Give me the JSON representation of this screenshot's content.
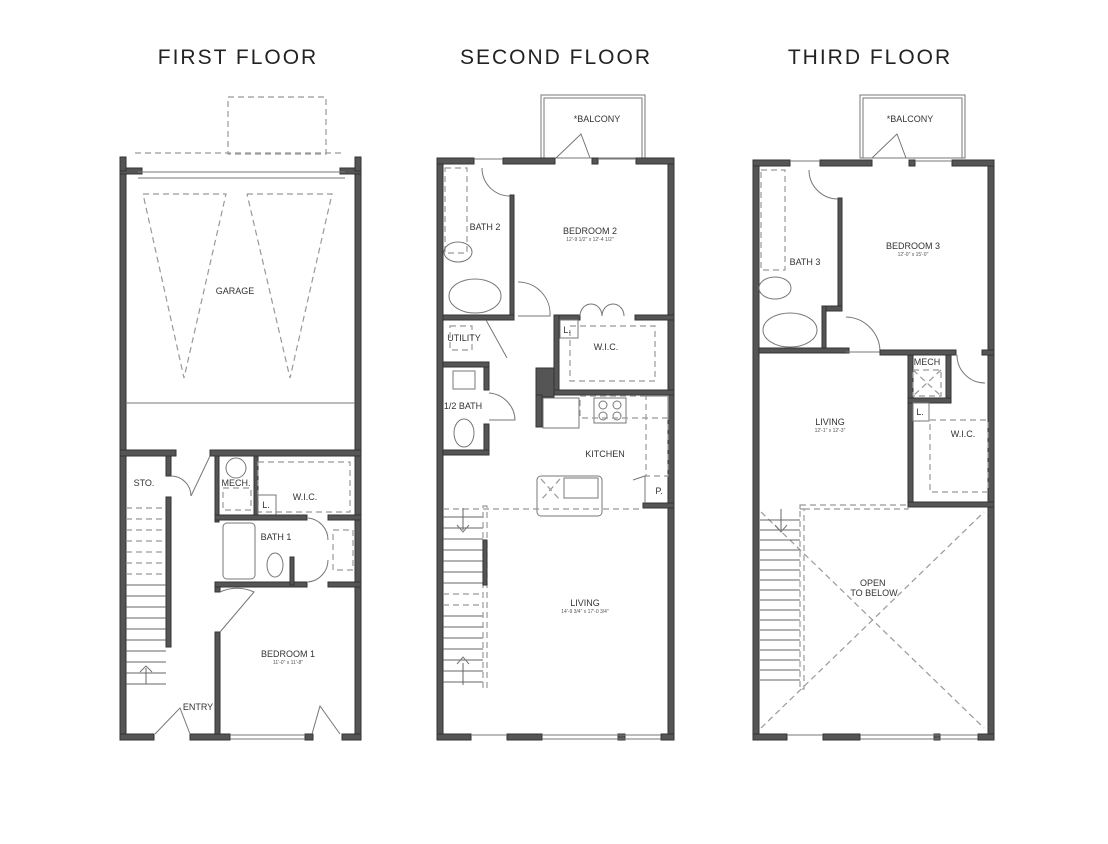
{
  "floors": [
    {
      "title": "FIRST FLOOR",
      "rooms": [
        {
          "name": "GARAGE"
        },
        {
          "name": "STO."
        },
        {
          "name": "MECH."
        },
        {
          "name": "W.I.C."
        },
        {
          "name": "L."
        },
        {
          "name": "BATH 1"
        },
        {
          "name": "BEDROOM 1",
          "dimensions": "11'-0\" x 11'-8\""
        },
        {
          "name": "ENTRY"
        }
      ]
    },
    {
      "title": "SECOND FLOOR",
      "rooms": [
        {
          "name": "*BALCONY"
        },
        {
          "name": "BATH 2"
        },
        {
          "name": "BEDROOM 2",
          "dimensions": "12'-9 1/2\" x 12'-4 1/2\""
        },
        {
          "name": "UTILITY"
        },
        {
          "name": "L."
        },
        {
          "name": "W.I.C."
        },
        {
          "name": "1/2 BATH"
        },
        {
          "name": "KITCHEN"
        },
        {
          "name": "P."
        },
        {
          "name": "LIVING",
          "dimensions": "14'-9 3/4\" x 17'-0 3/4\""
        }
      ]
    },
    {
      "title": "THIRD FLOOR",
      "rooms": [
        {
          "name": "*BALCONY"
        },
        {
          "name": "BATH 3"
        },
        {
          "name": "BEDROOM 3",
          "dimensions": "12'-0\" x 15'-0\""
        },
        {
          "name": "MECH"
        },
        {
          "name": "L."
        },
        {
          "name": "LIVING",
          "dimensions": "12'-1\" x 12'-3\""
        },
        {
          "name": "W.I.C."
        },
        {
          "name": "OPEN TO BELOW"
        }
      ]
    }
  ],
  "colors": {
    "wall": "#555555",
    "line": "#777777",
    "dashed": "#999999",
    "text": "#333333",
    "background": "#ffffff"
  }
}
